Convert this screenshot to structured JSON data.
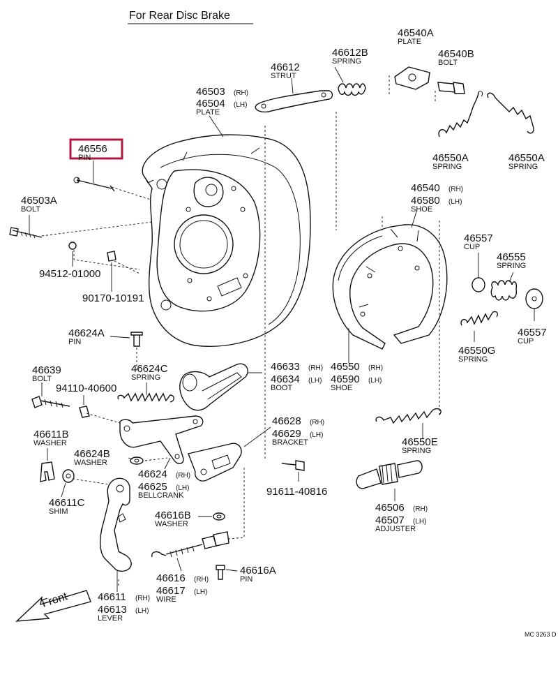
{
  "diagram": {
    "title": "For Rear Disc Brake",
    "code": "MC 3263 D",
    "front_label": "Front",
    "highlight_color": "#b0173c"
  },
  "parts": {
    "p46540a": {
      "num": "46540A",
      "sub": "PLATE"
    },
    "p46540b": {
      "num": "46540B",
      "sub": "BOLT"
    },
    "p46612b": {
      "num": "46612B",
      "sub": "SPRING"
    },
    "p46612": {
      "num": "46612",
      "sub": "STRUT"
    },
    "p46503": {
      "num": "46503",
      "side": "(RH)"
    },
    "p46504": {
      "num": "46504",
      "side": "(LH)",
      "sub": "PLATE"
    },
    "p46556": {
      "num": "46556",
      "sub": "PIN"
    },
    "p46550a1": {
      "num": "46550A",
      "sub": "SPRING"
    },
    "p46550a2": {
      "num": "46550A",
      "sub": "SPRING"
    },
    "p46503a": {
      "num": "46503A",
      "sub": "BOLT"
    },
    "p9451201000": {
      "num": "94512-01000"
    },
    "p9017010191": {
      "num": "90170-10191"
    },
    "p46540": {
      "num": "46540",
      "side": "(RH)"
    },
    "p46580": {
      "num": "46580",
      "side": "(LH)",
      "sub": "SHOE"
    },
    "p46557a": {
      "num": "46557",
      "sub": "CUP"
    },
    "p46555": {
      "num": "46555",
      "sub": "SPRING"
    },
    "p46557b": {
      "num": "46557",
      "sub": "CUP"
    },
    "p46624a": {
      "num": "46624A",
      "sub": "PIN"
    },
    "p46550g": {
      "num": "46550G",
      "sub": "SPRING"
    },
    "p46639": {
      "num": "46639",
      "sub": "BOLT"
    },
    "p46624c": {
      "num": "46624C",
      "sub": "SPRING"
    },
    "p9411040600": {
      "num": "94110-40600"
    },
    "p46633": {
      "num": "46633",
      "side": "(RH)"
    },
    "p46634": {
      "num": "46634",
      "side": "(LH)",
      "sub": "BOOT"
    },
    "p46550": {
      "num": "46550",
      "side": "(RH)"
    },
    "p46590": {
      "num": "46590",
      "side": "(LH)",
      "sub": "SHOE"
    },
    "p46611b": {
      "num": "46611B",
      "sub": "WASHER"
    },
    "p46624b": {
      "num": "46624B",
      "sub": "WASHER"
    },
    "p46628": {
      "num": "46628",
      "side": "(RH)"
    },
    "p46629": {
      "num": "46629",
      "side": "(LH)",
      "sub": "BRACKET"
    },
    "p46550e": {
      "num": "46550E",
      "sub": "SPRING"
    },
    "p46624": {
      "num": "46624",
      "side": "(RH)"
    },
    "p46625": {
      "num": "46625",
      "side": "(LH)",
      "sub": "BELLCRANK"
    },
    "p9161140816": {
      "num": "91611-40816"
    },
    "p46611c": {
      "num": "46611C",
      "sub": "SHIM"
    },
    "p46506": {
      "num": "46506",
      "side": "(RH)"
    },
    "p46507": {
      "num": "46507",
      "side": "(LH)",
      "sub": "ADJUSTER"
    },
    "p46616b": {
      "num": "46616B",
      "sub": "WASHER"
    },
    "p46616": {
      "num": "46616",
      "side": "(RH)"
    },
    "p46617": {
      "num": "46617",
      "side": "(LH)",
      "sub": "WIRE"
    },
    "p46616a": {
      "num": "46616A",
      "sub": "PIN"
    },
    "p46611": {
      "num": "46611",
      "side": "(RH)"
    },
    "p46613": {
      "num": "46613",
      "side": "(LH)",
      "sub": "LEVER"
    }
  }
}
